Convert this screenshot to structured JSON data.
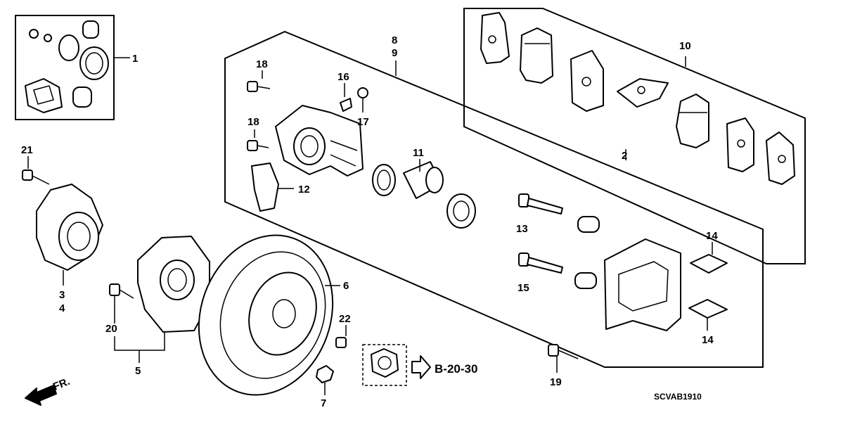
{
  "callouts": {
    "c1": "1",
    "c2": "2",
    "c3": "3",
    "c4": "4",
    "c5": "5",
    "c6": "6",
    "c7": "7",
    "c8": "8",
    "c9": "9",
    "c10": "10",
    "c11": "11",
    "c12": "12",
    "c13": "13",
    "c14a": "14",
    "c14b": "14",
    "c15": "15",
    "c16": "16",
    "c17": "17",
    "c18a": "18",
    "c18b": "18",
    "c19": "19",
    "c20": "20",
    "c21": "21",
    "c22": "22"
  },
  "reference": "B-20-30",
  "direction": "FR.",
  "diagram_code": "SCVAB1910"
}
